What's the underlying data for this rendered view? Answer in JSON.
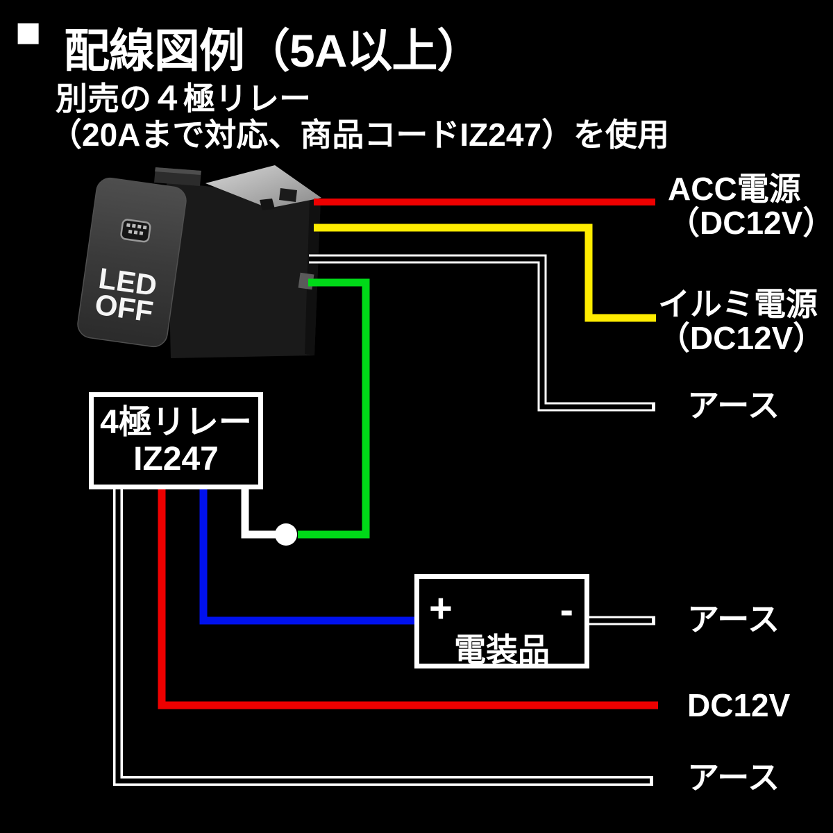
{
  "header": {
    "bullet": "■",
    "title": "配線図例（5A以上）",
    "subtitle_line1": "別売の４極リレー",
    "subtitle_line2": "（20Aまで対応、商品コードIZ247）を使用"
  },
  "switch_photo": {
    "led_line1": "LED",
    "led_line2": "OFF"
  },
  "relay_box": {
    "line1": "4極リレー",
    "line2": "IZ247"
  },
  "device_box": {
    "plus": "+",
    "minus": "-",
    "label": "電装品"
  },
  "wire_labels": {
    "acc_line1": "ACC電源",
    "acc_line2": "（DC12V）",
    "illumi_line1": "イルミ電源",
    "illumi_line2": "（DC12V）",
    "earth_switch": "アース",
    "earth_device": "アース",
    "dc12v": "DC12V",
    "earth_relay": "アース"
  },
  "colors": {
    "background": "#000000",
    "text": "#ffffff",
    "acc_wire": "#ee0000",
    "illumi_wire": "#ffec00",
    "earth_wire": "#ffffff",
    "led_wire": "#00d918",
    "plus_wire": "#0011ee",
    "dc12v_wire": "#ee0000"
  }
}
